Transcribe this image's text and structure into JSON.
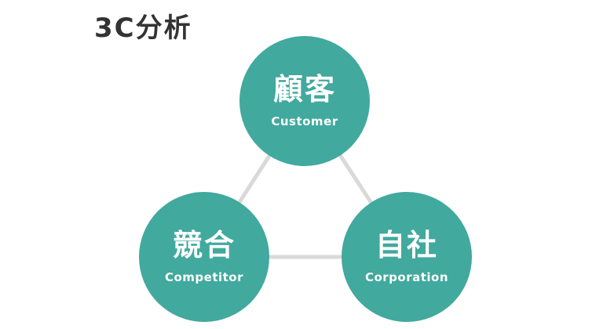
{
  "title": "3C分析",
  "colors": {
    "node_fill": "#41a99e",
    "connector": "#d9d9d9",
    "title_text": "#333333"
  },
  "nodes": {
    "customer": {
      "label": "顧客",
      "sublabel": "Customer"
    },
    "competitor": {
      "label": "競合",
      "sublabel": "Competitor"
    },
    "corporation": {
      "label": "自社",
      "sublabel": "Corporation"
    }
  }
}
